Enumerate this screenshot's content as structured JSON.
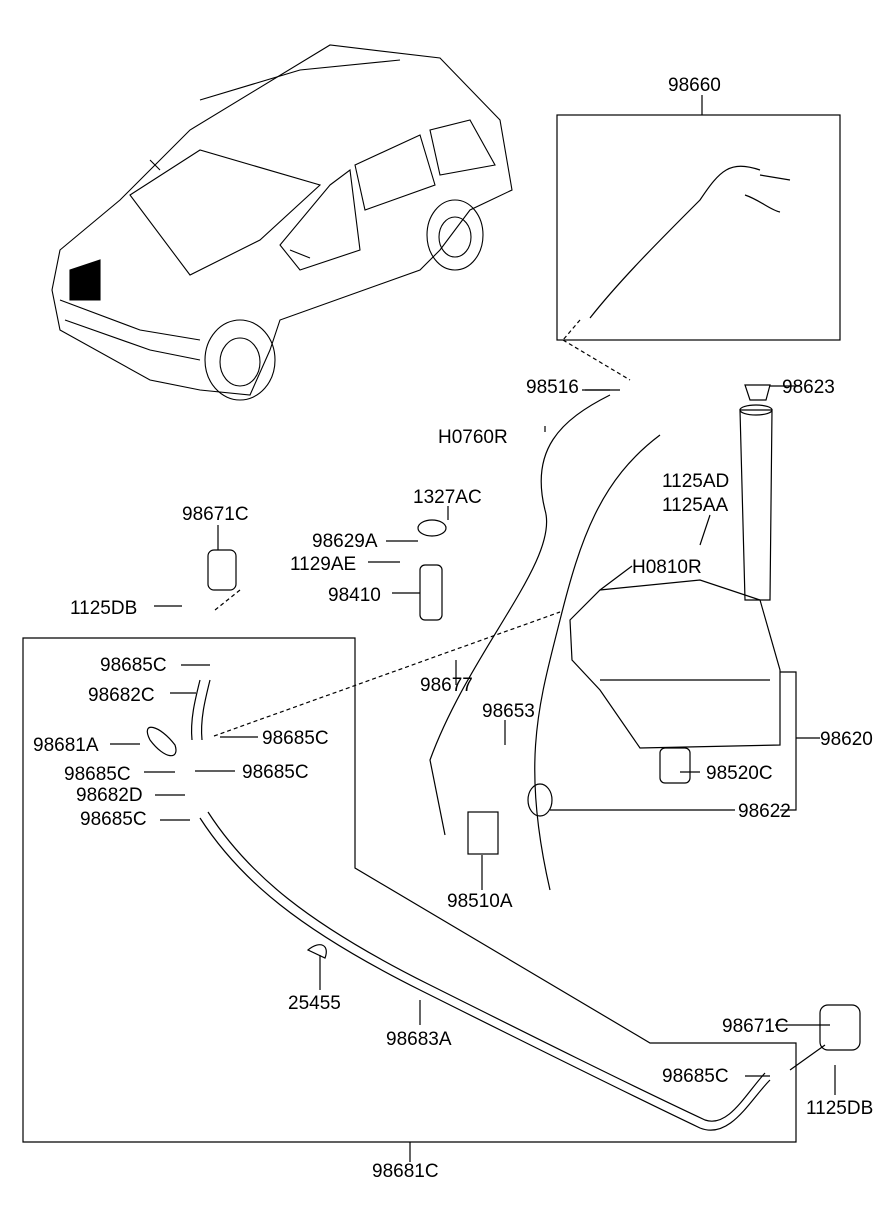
{
  "diagram": {
    "labels": [
      "98660",
      "98516",
      "98623",
      "H0760R",
      "1125AD",
      "1125AA",
      "1327AC",
      "98671C",
      "98629A",
      "1129AE",
      "H0810R",
      "98410",
      "1125DB",
      "98685C",
      "98677",
      "98682C",
      "98653",
      "98681A",
      "98685C",
      "98620",
      "98685C",
      "98685C",
      "98520C",
      "98682D",
      "98622",
      "98685C",
      "98510A",
      "25455",
      "98683A",
      "98671C",
      "98685C",
      "1125DB",
      "98681C"
    ]
  }
}
